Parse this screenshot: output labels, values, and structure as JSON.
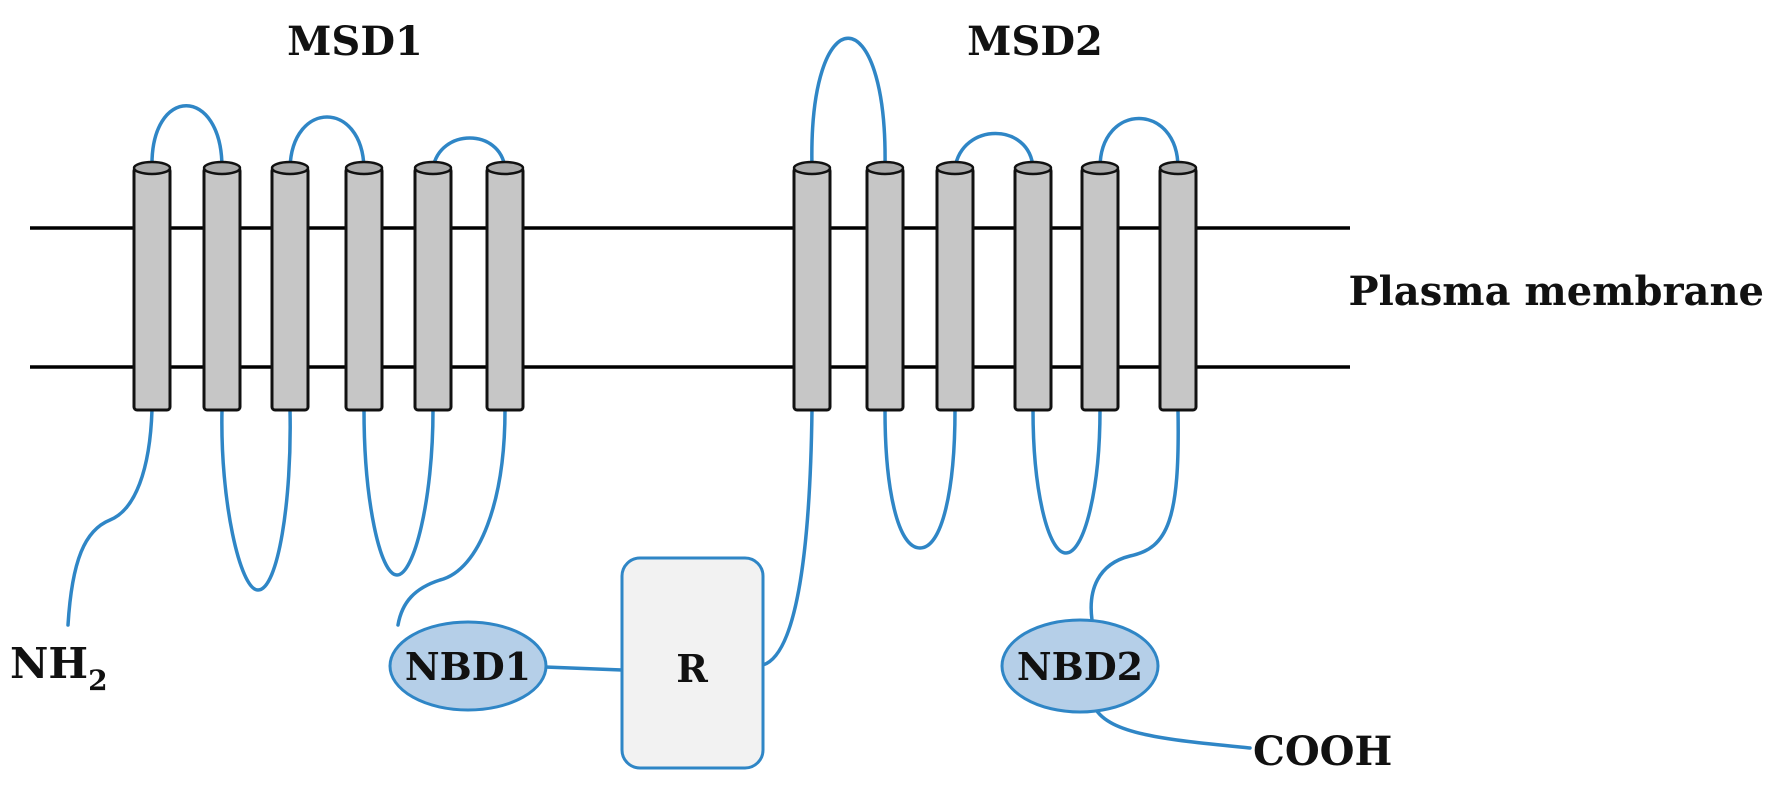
{
  "labels": {
    "msd1": "MSD1",
    "msd2": "MSD2",
    "plasma_membrane": "Plasma membrane",
    "nh2_main": "NH",
    "nh2_sub": "2",
    "nbd1": "NBD1",
    "r_domain": "R",
    "nbd2": "NBD2",
    "cooh": "COOH"
  },
  "colors": {
    "loop": "#2f86c6",
    "helix_fill": "#c6c6c6",
    "nbd_fill": "#b5cfe8",
    "r_fill": "#f2f2f2",
    "membrane": "#000000"
  },
  "helix_count": {
    "msd1": 6,
    "msd2": 6
  }
}
